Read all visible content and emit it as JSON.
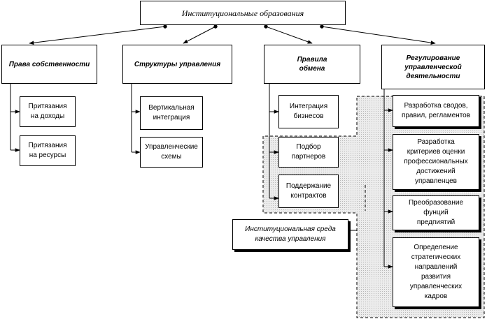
{
  "root": "Институциональные образования",
  "categories": [
    "Права собственности",
    "Структуры управления",
    "Правила\nобмена",
    "Регулирование\nуправленческой\nдеятельности"
  ],
  "ownership": [
    "Притязания\nна доходы",
    "Притязания\nна ресурсы"
  ],
  "structures": [
    "Вертикальная\nинтеграция",
    "Управленческие\nсхемы"
  ],
  "exchange": [
    "Интеграция\nбизнесов",
    "Подбор\nпартнеров",
    "Поддержание\nконтрактов"
  ],
  "regulation": [
    "Разработка сводов,\nправил, регламентов",
    "Разработка\nкритериев оценки\nпрофессиональных\nдостижений\nуправленцев",
    "Преобразование\nфунций\nпредпиятий",
    "Определение\nстратегических\nнаправлений\nразвития\nуправленческих\nкадров"
  ],
  "environment": "Институциональная среда\nкачества управления"
}
